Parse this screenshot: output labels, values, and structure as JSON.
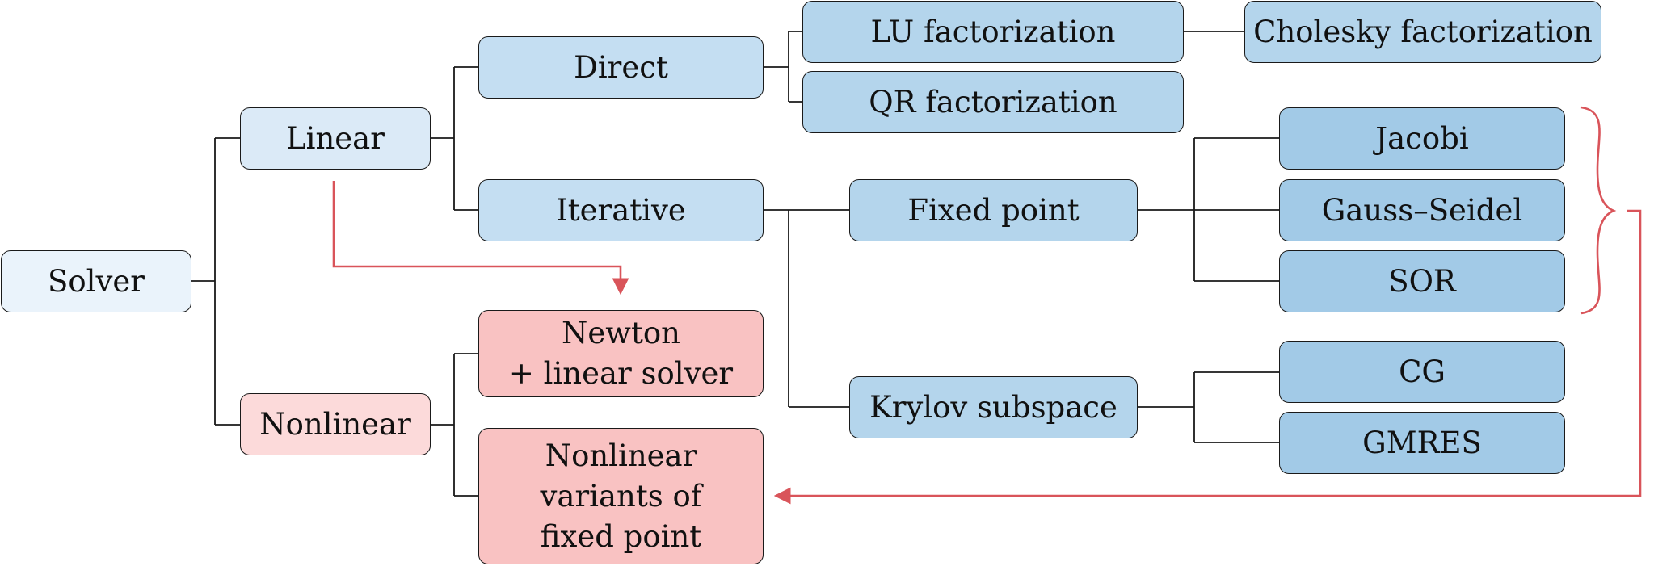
{
  "nodes": {
    "solver": "Solver",
    "linear": "Linear",
    "nonlinear": "Nonlinear",
    "direct": "Direct",
    "iterative": "Iterative",
    "newton": "Newton\n+ linear solver",
    "nonlinear_fixed_point": "Nonlinear\nvariants of\nfixed point",
    "lu": "LU factorization",
    "cholesky": "Cholesky factorization",
    "qr": "QR factorization",
    "fixed_point": "Fixed point",
    "krylov": "Krylov subspace",
    "jacobi": "Jacobi",
    "gauss_seidel": "Gauss–Seidel",
    "sor": "SOR",
    "cg": "CG",
    "gmres": "GMRES"
  },
  "colors": {
    "line": "#1a1a1a",
    "arrow": "#d9545a",
    "linear_family": [
      "#eaf3fb",
      "#dbeaf7",
      "#c4def2",
      "#b4d5ec",
      "#a2cae7"
    ],
    "nonlinear_family": [
      "#fcdada",
      "#f9c2c2"
    ]
  }
}
